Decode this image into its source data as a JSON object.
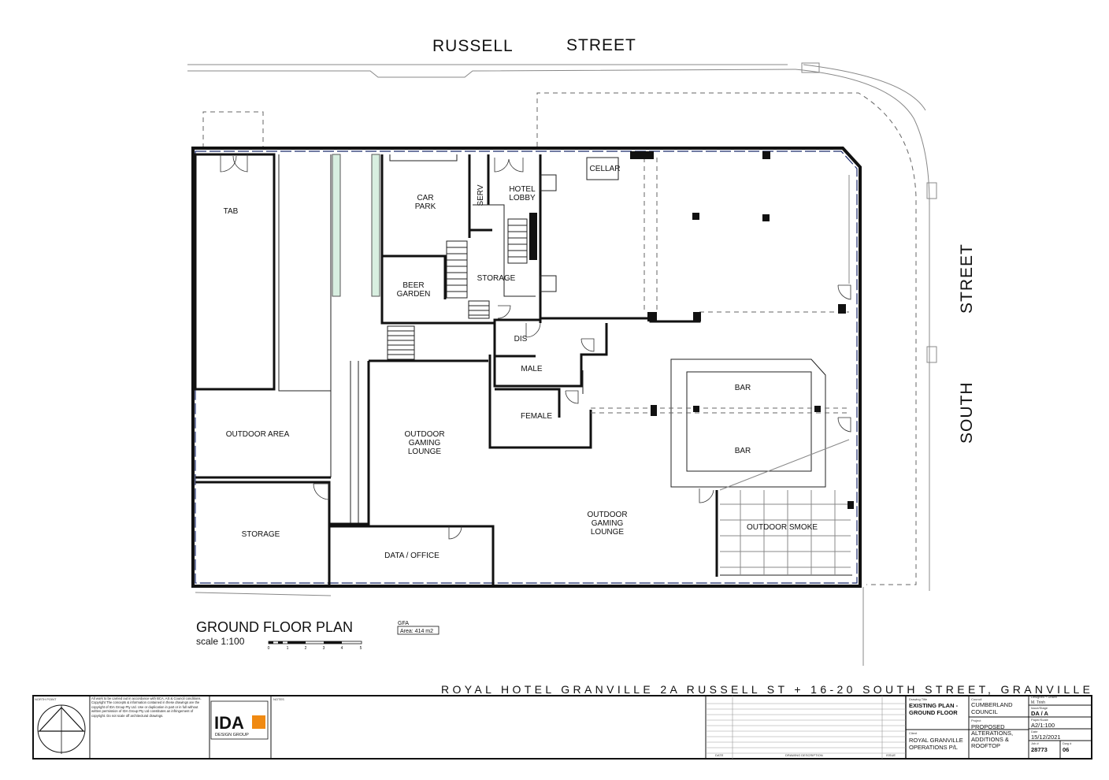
{
  "streets": {
    "russell_left": "RUSSELL",
    "russell_right": "STREET",
    "south_top": "STREET",
    "south_bottom": "SOUTH"
  },
  "rooms": {
    "tab": "TAB",
    "car_park_1": "CAR",
    "car_park_2": "PARK",
    "serv": "SERV",
    "hotel_lobby_1": "HOTEL",
    "hotel_lobby_2": "LOBBY",
    "cellar": "CELLAR",
    "beer_garden_1": "BEER",
    "beer_garden_2": "GARDEN",
    "storage_upper": "STORAGE",
    "dis": "DIS",
    "male": "MALE",
    "female": "FEMALE",
    "bar_top": "BAR",
    "bar_bottom": "BAR",
    "outdoor_area": "OUTDOOR AREA",
    "outdoor_gaming_lounge_1_a": "OUTDOOR",
    "outdoor_gaming_lounge_1_b": "GAMING",
    "outdoor_gaming_lounge_1_c": "LOUNGE",
    "outdoor_gaming_lounge_2_a": "OUTDOOR",
    "outdoor_gaming_lounge_2_b": "GAMING",
    "outdoor_gaming_lounge_2_c": "LOUNGE",
    "storage_lower": "STORAGE",
    "data_office": "DATA / OFFICE",
    "outdoor_smoke": "OUTDOOR SMOKE"
  },
  "plan_title": "GROUND FLOOR PLAN",
  "scale_text": "scale 1:100",
  "scale_ticks": [
    "0",
    "1",
    "2",
    "3",
    "4",
    "5"
  ],
  "gfa": {
    "label": "GFA",
    "area": "Area: 414 m2"
  },
  "project_line": "ROYAL HOTEL GRANVILLE 2A RUSSELL ST + 16-20 SOUTH STREET, GRANVILLE",
  "title_block": {
    "north_point": "NORTH POINT",
    "disclaimer": "All work to be carried out in accordance with BCA, AS & Council conditions. Copyright The concepts & information contained in these drawings are the copyright of IDA Group Pty Ltd. Use or duplication in part or in full without written permission of IDA Group Pty Ltd constitutes an infringement of copyright. Do not scale off architectural drawings.",
    "logo_text": "IDA",
    "logo_sub": "DESIGN GROUP",
    "notes_label": "NOTES",
    "date_label": "DATE",
    "drawing_description_label": "DRAWING DESCRIPTION",
    "issue_label": "ISSUE",
    "drawing_title_label": "Drawing Title",
    "drawing_title_1": "EXISTING PLAN -",
    "drawing_title_2": "GROUND FLOOR",
    "council_label": "Council",
    "council_1": "CUMBERLAND",
    "council_2": "COUNCIL",
    "designed_label": "Designed + Drawn",
    "designed_value": "M. Trinh",
    "issue_stage_label": "Issue/Stage",
    "issue_stage_value": "DA / A",
    "client_label": "Client",
    "client_1": "ROYAL GRANVILLE",
    "client_2": "OPERATIONS P/L",
    "project_label": "Project",
    "project_1": "PROPOSED",
    "project_2": "ALTERATIONS,",
    "project_3": "ADDITIONS &",
    "project_4": "ROOFTOP",
    "paper_scale_label": "Paper/Scale",
    "paper_scale_value": "A2/1:100",
    "date_field_label": "Date",
    "date_value": "15/12/2021",
    "job_label": "Job #",
    "job_value": "28773",
    "dwg_label": "Dwg #",
    "dwg_value": "06"
  }
}
